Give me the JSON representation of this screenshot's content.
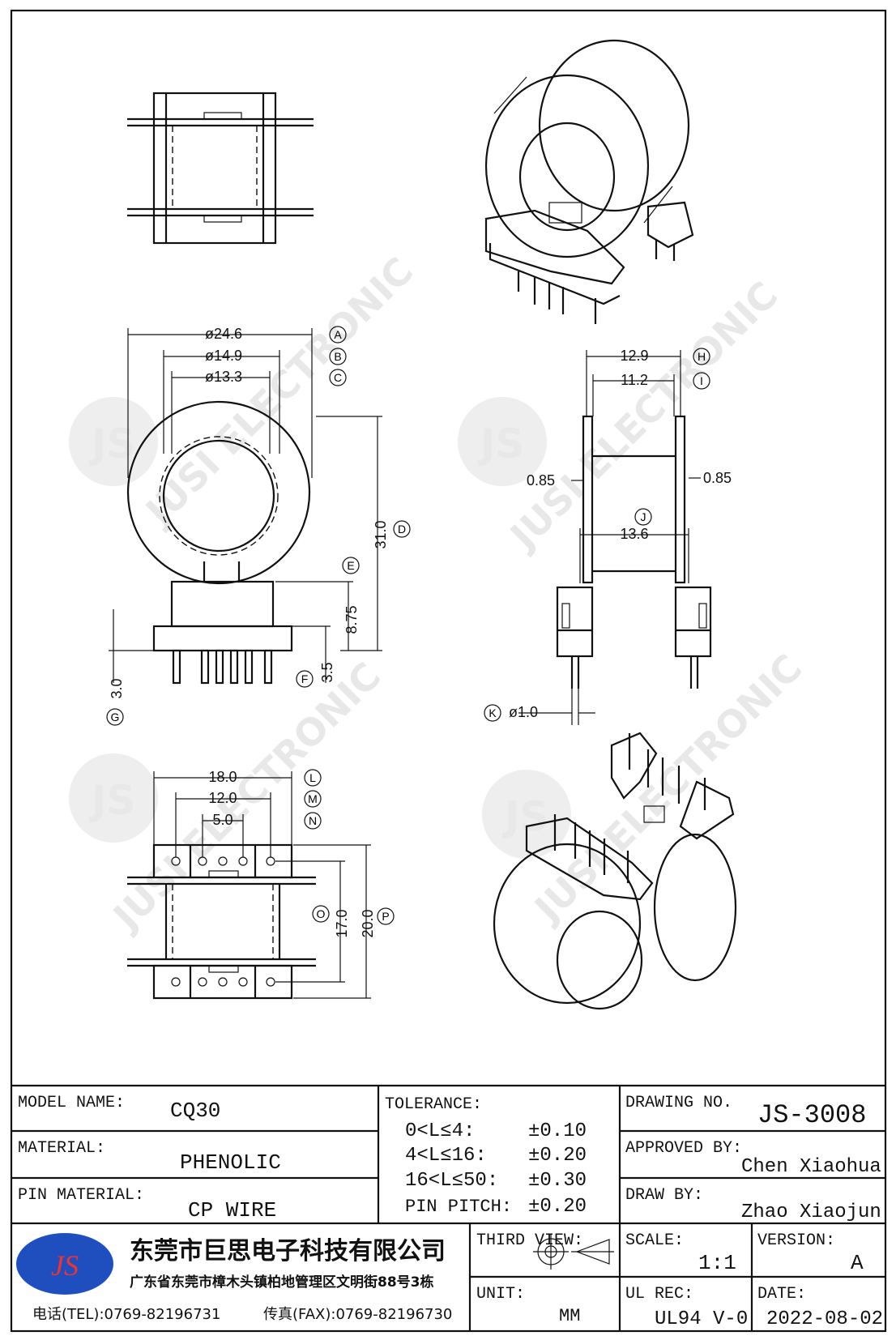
{
  "watermark": {
    "text": "JUSI ELECTRONIC",
    "logo": "JS"
  },
  "dimensions": {
    "a": "ø24.6",
    "b": "ø14.9",
    "c": "ø13.3",
    "d": "31.0",
    "e": "8.75",
    "f": "3.5",
    "g": "3.0",
    "h": "12.9",
    "i": "11.2",
    "j": "13.6",
    "k": "ø1.0",
    "side_left": "0.85",
    "side_right": "0.85",
    "l": "18.0",
    "m": "12.0",
    "n": "5.0",
    "o": "17.0",
    "p": "20.0"
  },
  "markers": [
    "A",
    "B",
    "C",
    "D",
    "E",
    "F",
    "G",
    "H",
    "I",
    "J",
    "K",
    "L",
    "M",
    "N",
    "O",
    "P"
  ],
  "title_block": {
    "model_name_label": "MODEL NAME:",
    "model_name": "CQ30",
    "material_label": "MATERIAL:",
    "material": "PHENOLIC",
    "pin_material_label": "PIN MATERIAL:",
    "pin_material": "CP WIRE",
    "tolerance_label": "TOLERANCE:",
    "tolerances": [
      {
        "range": "0<L≤4:",
        "value": "±0.10"
      },
      {
        "range": "4<L≤16:",
        "value": "±0.20"
      },
      {
        "range": "16<L≤50:",
        "value": "±0.30"
      },
      {
        "range": "PIN PITCH:",
        "value": "±0.20"
      }
    ],
    "drawing_no_label": "DRAWING NO.",
    "drawing_no": "JS-3008",
    "approved_by_label": "APPROVED BY:",
    "approved_by": "Chen Xiaohua",
    "draw_by_label": "DRAW BY:",
    "draw_by": "Zhao Xiaojun",
    "company_name": "东莞市巨思电子科技有限公司",
    "company_address": "广东省东莞市樟木头镇柏地管理区文明街88号3栋",
    "tel": "电话(TEL):0769-82196731",
    "fax": "传真(FAX):0769-82196730",
    "logo_text": "JS",
    "third_view_label": "THIRD VIEW:",
    "unit_label": "UNIT:",
    "unit": "MM",
    "scale_label": "SCALE:",
    "scale": "1:1",
    "version_label": "VERSION:",
    "version": "A",
    "ul_rec_label": "UL REC:",
    "ul_rec": "UL94 V-0",
    "date_label": "DATE:",
    "date": "2022-08-02"
  }
}
